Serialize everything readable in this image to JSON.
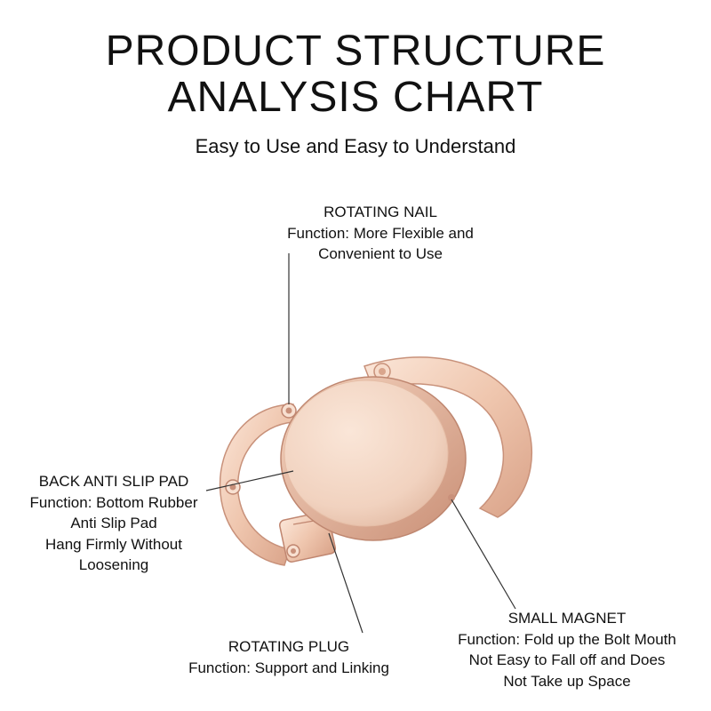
{
  "header": {
    "title_line1": "PRODUCT STRUCTURE",
    "title_line2": "ANALYSIS CHART",
    "subtitle": "Easy to Use and Easy to Understand"
  },
  "labels": {
    "rotating_nail": {
      "name": "ROTATING NAIL",
      "lines": [
        "Function: More Flexible and",
        "Convenient to Use"
      ]
    },
    "back_anti_slip_pad": {
      "name": "BACK ANTI SLIP PAD",
      "lines": [
        "Function: Bottom Rubber",
        "Anti Slip Pad",
        "Hang Firmly Without",
        "Loosening"
      ]
    },
    "rotating_plug": {
      "name": "ROTATING PLUG",
      "lines": [
        "Function: Support and Linking"
      ]
    },
    "small_magnet": {
      "name": "SMALL MAGNET",
      "lines": [
        "Function: Fold up the Bolt Mouth",
        "Not Easy to Fall off and Does",
        "Not Take up Space"
      ]
    }
  },
  "colors": {
    "metal_light": "#f8dccb",
    "metal_mid": "#ecc0a6",
    "metal_dark": "#c98f76",
    "pad": "#f3d6c4",
    "leader_line": "#333333"
  }
}
